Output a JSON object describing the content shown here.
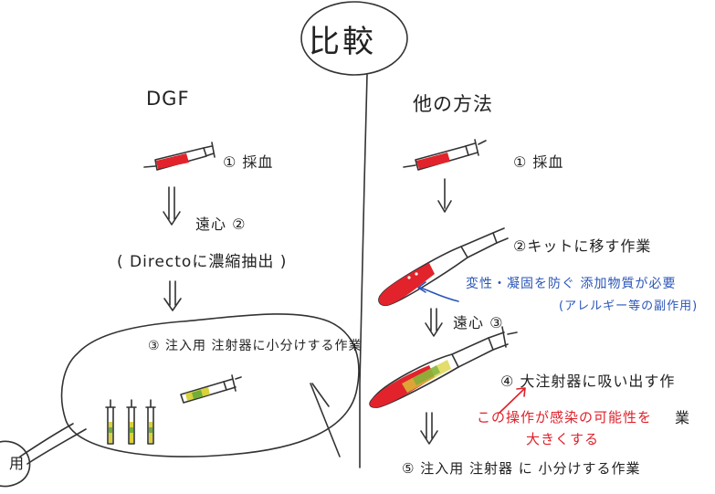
{
  "title": "比較",
  "left": {
    "heading": "DGF",
    "step1": "① 採血",
    "step2": "遠心 ②",
    "step2_note": "( Directoに濃縮抽出 )",
    "step3": "③ 注入用 注射器に小分けする作業",
    "cut_text": "用"
  },
  "right": {
    "heading": "他の方法",
    "step1": "① 採血",
    "step2": "②キットに移す作業",
    "note_line1": "変性・凝固を防ぐ 添加物質が必要",
    "note_line2": "(アレルギー等の副作用)",
    "step3": "遠心 ③",
    "step4_line1": "④ 大注射器に吸い出す作",
    "step4_line2": "業",
    "warn_line1": "この操作が感染の可能性を",
    "warn_line2": "大きくする",
    "step5": "⑤ 注入用 注射器 に 小分けする作業"
  },
  "colors": {
    "blood": "#e2232b",
    "ink": "#222222",
    "note_blue": "#2a55b8",
    "warn_red": "#e0202a",
    "yellow": "#d9d23a",
    "green": "#6fae3b"
  }
}
